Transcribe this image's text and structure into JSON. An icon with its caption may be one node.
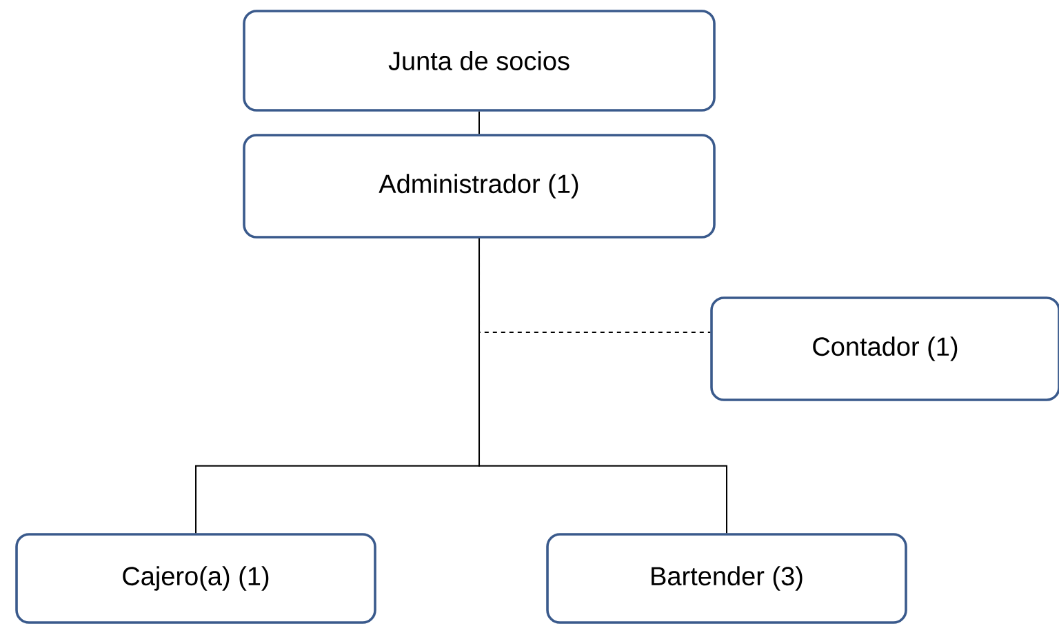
{
  "diagram": {
    "nodes": [
      {
        "text": [
          "Junta de socios"
        ]
      },
      {
        "text": [
          "Administrador (1)"
        ]
      },
      {
        "text": [
          "Contador (1)"
        ]
      },
      {
        "text": [
          "Cajero(a) (1)"
        ]
      },
      {
        "text": [
          "Bartender (3)"
        ]
      }
    ],
    "edges": [
      {
        "from": 0,
        "to": 1,
        "arrow": "none"
      },
      {
        "from": 1,
        "to": 2,
        "arrow": "none",
        "style": "dashed"
      },
      {
        "from": 1,
        "to": 3,
        "arrow": "none"
      },
      {
        "from": 1,
        "to": 4,
        "arrow": "none"
      }
    ]
  }
}
